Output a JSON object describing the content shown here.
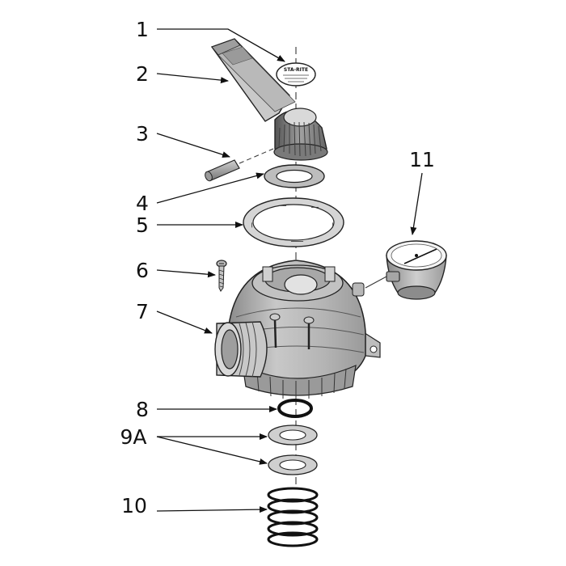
{
  "callouts": {
    "c1": "1",
    "c2": "2",
    "c3": "3",
    "c4": "4",
    "c5": "5",
    "c6": "6",
    "c7": "7",
    "c8": "8",
    "c9a": "9A",
    "c10": "10",
    "c11": "11"
  },
  "label_disc": {
    "brand": "STA-RITE"
  },
  "colors": {
    "ink": "#111111",
    "part_light": "#d8d8d8",
    "part_mid": "#a9a9a9",
    "part_dark": "#6e6e6e"
  }
}
